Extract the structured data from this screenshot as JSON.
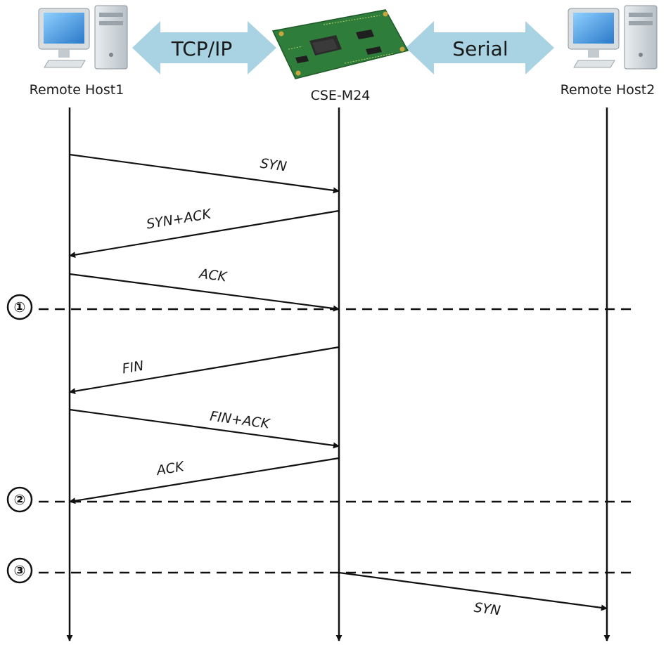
{
  "nodes": [
    {
      "id": "host1",
      "label": "Remote Host1",
      "icon": "desktop-computer-icon"
    },
    {
      "id": "device",
      "label": "CSE-M24",
      "icon": "circuit-board-icon"
    },
    {
      "id": "host2",
      "label": "Remote Host2",
      "icon": "desktop-computer-icon"
    }
  ],
  "links": [
    {
      "label": "TCP/IP",
      "between": [
        "host1",
        "device"
      ]
    },
    {
      "label": "Serial",
      "between": [
        "device",
        "host2"
      ]
    }
  ],
  "messages": [
    {
      "label": "SYN",
      "from": "host1",
      "to": "device"
    },
    {
      "label": "SYN+ACK",
      "from": "device",
      "to": "host1"
    },
    {
      "label": "ACK",
      "from": "host1",
      "to": "device"
    },
    {
      "label": "FIN",
      "from": "device",
      "to": "host1"
    },
    {
      "label": "FIN+ACK",
      "from": "host1",
      "to": "device"
    },
    {
      "label": "ACK",
      "from": "device",
      "to": "host1"
    },
    {
      "label": "SYN",
      "from": "device",
      "to": "host2"
    }
  ],
  "markers": [
    {
      "label": "①"
    },
    {
      "label": "②"
    },
    {
      "label": "③"
    }
  ],
  "colors": {
    "line": "#111111",
    "link_arrow": "#a9d3e2",
    "board": "#2f7d3a",
    "monitor_screen": "#3a8fd6"
  }
}
